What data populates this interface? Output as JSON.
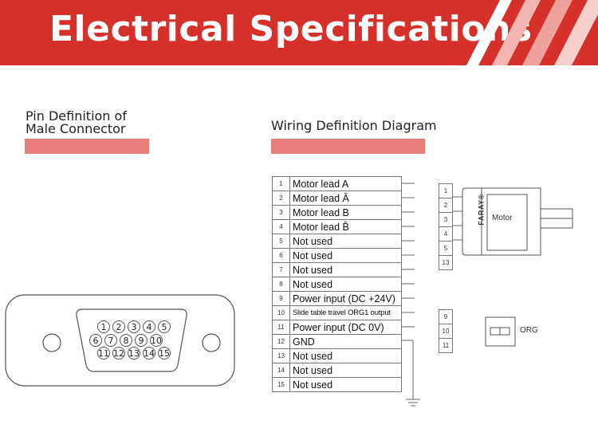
{
  "header": {
    "title": "Electrical Specifications"
  },
  "pin_section": {
    "title_line1": "Pin Definition of",
    "title_line2": "Male Connector"
  },
  "wiring_section": {
    "title": "Wiring Definition Diagram"
  },
  "connector_pins": {
    "row1": [
      "1",
      "2",
      "3",
      "4",
      "5"
    ],
    "row2": [
      "6",
      "7",
      "8",
      "9",
      "10"
    ],
    "row3": [
      "11",
      "12",
      "13",
      "14",
      "15"
    ]
  },
  "pin_table": [
    {
      "num": "1",
      "desc": "Motor lead A"
    },
    {
      "num": "2",
      "desc": "Motor lead Ā"
    },
    {
      "num": "3",
      "desc": "Motor lead B"
    },
    {
      "num": "4",
      "desc": "Motor lead B̄"
    },
    {
      "num": "5",
      "desc": "Not used"
    },
    {
      "num": "6",
      "desc": "Not used"
    },
    {
      "num": "7",
      "desc": "Not used"
    },
    {
      "num": "8",
      "desc": "Not used"
    },
    {
      "num": "9",
      "desc": "Power input (DC +24V)"
    },
    {
      "num": "10",
      "desc": "Slide table travel ORG1 output"
    },
    {
      "num": "11",
      "desc": "Power input (DC 0V)"
    },
    {
      "num": "12",
      "desc": "GND"
    },
    {
      "num": "13",
      "desc": "Not used"
    },
    {
      "num": "14",
      "desc": "Not used"
    },
    {
      "num": "15",
      "desc": "Not used"
    }
  ],
  "motor_terminals": [
    "1",
    "2",
    "3",
    "4",
    "5",
    "13"
  ],
  "org_terminals": [
    "9",
    "10",
    "11"
  ],
  "motor": {
    "label": "Motor",
    "brand": "FARAY®"
  },
  "org_sensor": {
    "label": "ORG"
  },
  "colors": {
    "banner": "#d6302a",
    "accent_bar": "#e87f7b"
  }
}
